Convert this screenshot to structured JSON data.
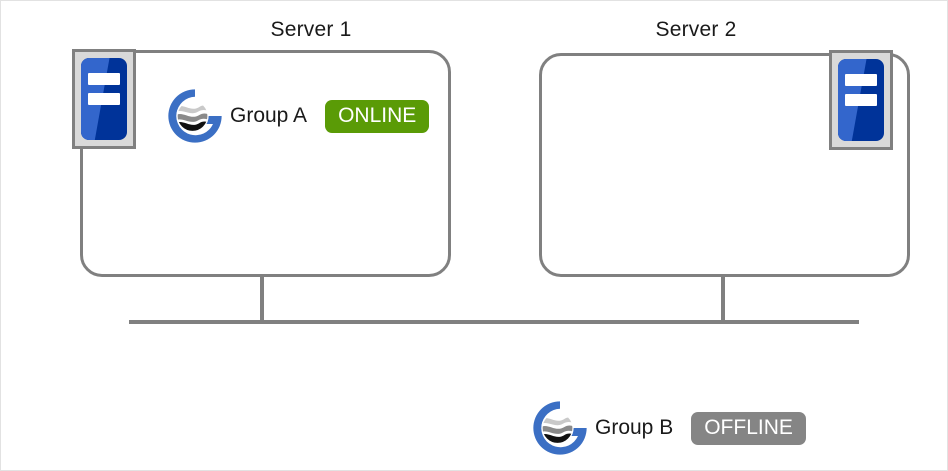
{
  "diagram": {
    "title_hidden": "",
    "servers": [
      {
        "name": "server-1",
        "title": "Server 1",
        "icon": "server-appliance-icon",
        "icon_position": "top-left",
        "groups": [
          {
            "logo": "group-globe-g-icon",
            "label": "Group A",
            "status": "ONLINE",
            "status_color": "#5a9b06"
          }
        ]
      },
      {
        "name": "server-2",
        "title": "Server 2",
        "icon": "server-appliance-icon",
        "icon_position": "top-right",
        "groups": []
      }
    ],
    "detached_group": {
      "logo": "group-globe-g-icon",
      "label": "Group B",
      "status": "OFFLINE",
      "status_color": "#858585"
    },
    "network": {
      "bus_label": "",
      "line_color": "#808080"
    },
    "colors": {
      "box_border": "#808080",
      "icon_blue_dark": "#003399",
      "icon_blue_light": "#3366cc",
      "logo_blue": "#3b6fc4",
      "online_green": "#5a9b06",
      "offline_gray": "#858585",
      "text": "#1a1a1a"
    }
  }
}
